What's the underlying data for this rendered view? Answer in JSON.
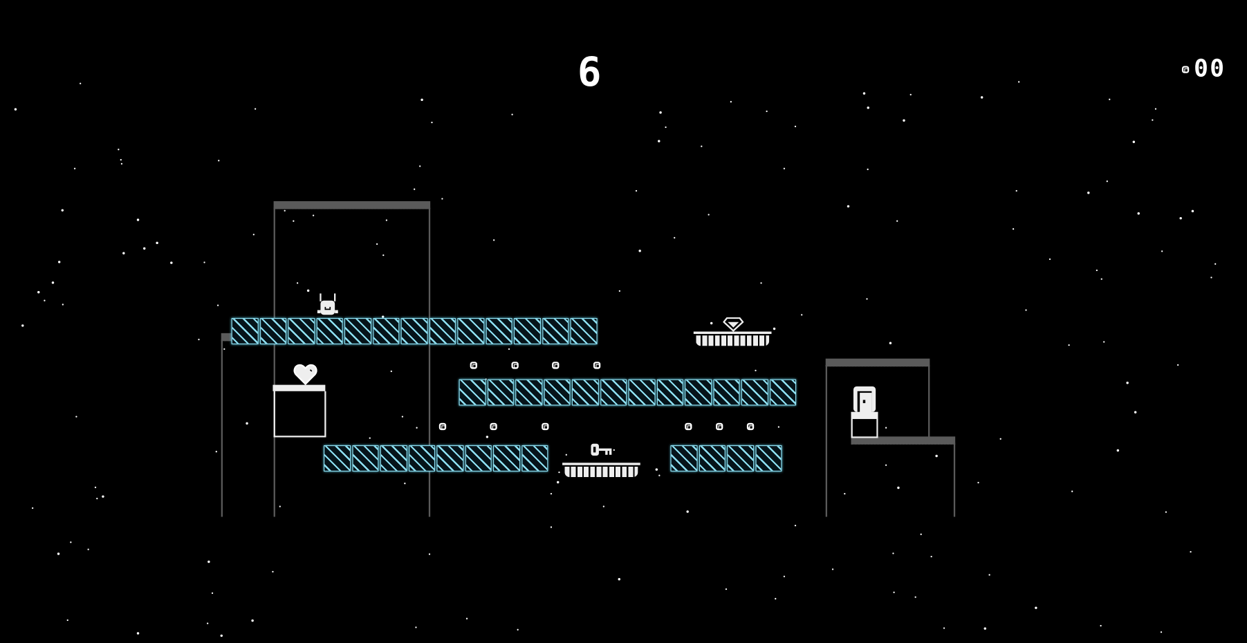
{
  "hud": {
    "level": "6",
    "coin_count": "00",
    "coin_icon": "coin-icon"
  },
  "colors": {
    "background": "#000000",
    "ice": "#8fe2f4",
    "wall": "#5a5a5a",
    "sprite": "#eeeeee"
  },
  "objects": {
    "player": "player-character",
    "heart": "heart-pickup",
    "key": "key-pickup",
    "gem": "gem-pickup",
    "door": "exit-door"
  }
}
